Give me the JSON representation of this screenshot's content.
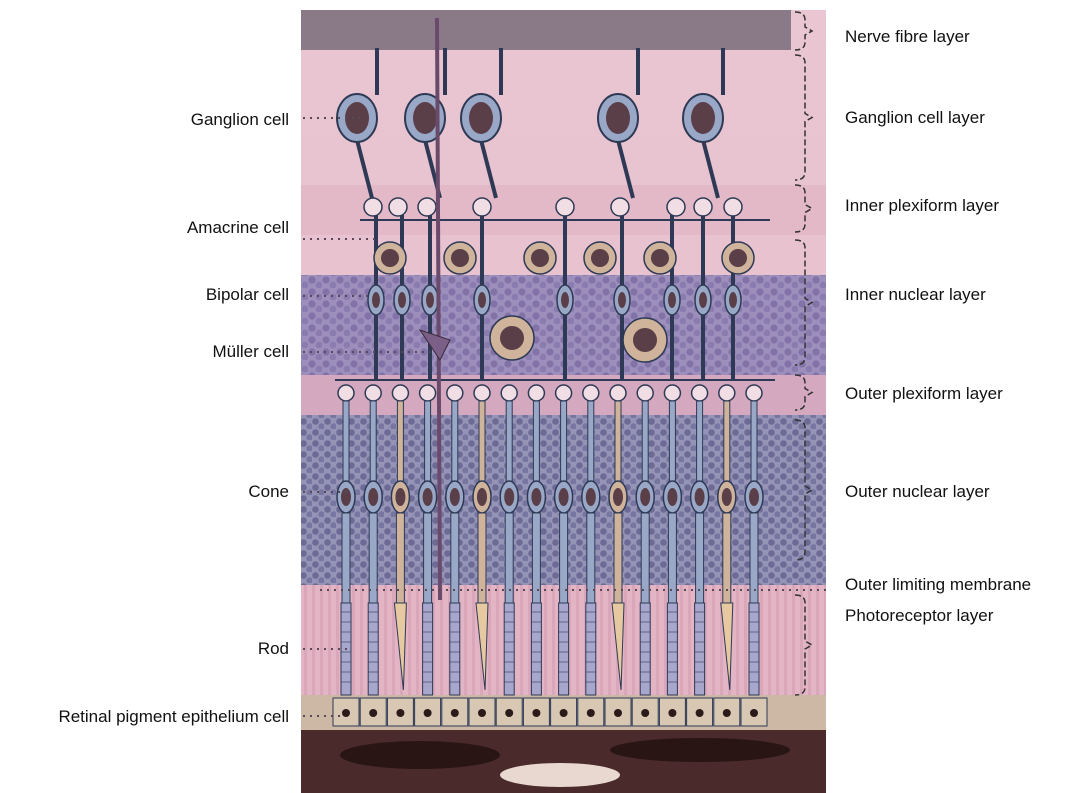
{
  "cell_labels": [
    {
      "key": "ganglion",
      "text": "Ganglion cell"
    },
    {
      "key": "amacrine",
      "text": "Amacrine cell"
    },
    {
      "key": "bipolar",
      "text": "Bipolar cell"
    },
    {
      "key": "muller",
      "text": "Müller cell"
    },
    {
      "key": "cone",
      "text": "Cone"
    },
    {
      "key": "rod",
      "text": "Rod"
    },
    {
      "key": "rpe",
      "text": "Retinal pigment epithelium cell"
    }
  ],
  "layer_labels": [
    {
      "key": "nfl",
      "text": "Nerve fibre layer"
    },
    {
      "key": "gcl",
      "text": "Ganglion cell layer"
    },
    {
      "key": "ipl",
      "text": "Inner plexiform layer"
    },
    {
      "key": "inl",
      "text": "Inner nuclear layer"
    },
    {
      "key": "opl",
      "text": "Outer plexiform layer"
    },
    {
      "key": "onl",
      "text": "Outer nuclear layer"
    },
    {
      "key": "olm",
      "text": "Outer limiting membrane"
    },
    {
      "key": "prl",
      "text": "Photoreceptor layer"
    }
  ],
  "colors": {
    "tissue_pink": "#e8bccb",
    "nuclei_purple": "#7d6fa8",
    "pigment_dark": "#3b2020",
    "cell_outline": "#2e3a55",
    "cell_fill_blue": "#9aa8c8",
    "cell_fill_tan": "#cfb39a",
    "nucleus_dark": "#5a3e48"
  }
}
